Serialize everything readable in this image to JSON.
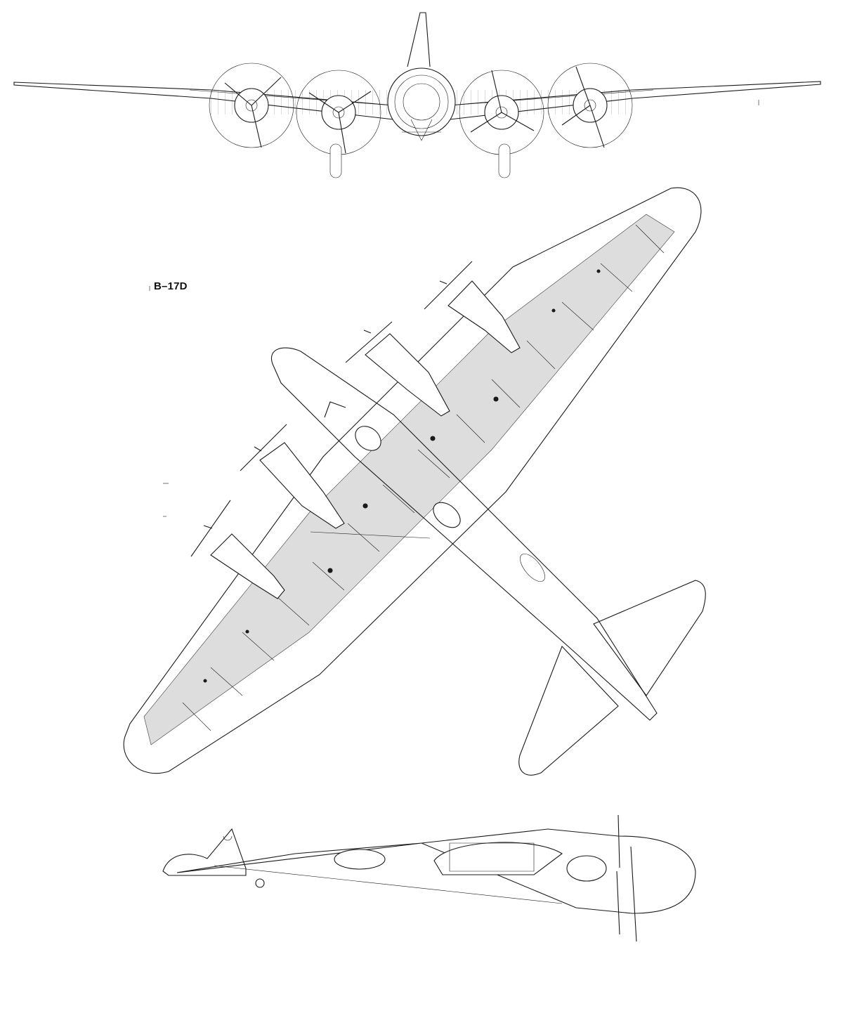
{
  "drawing": {
    "designation": "B–17D",
    "views": [
      "front-view",
      "top-view",
      "side-view"
    ]
  },
  "colors": {
    "ink": "#1a1a1a",
    "background": "#ffffff",
    "panel_shade": "#d8d8d8"
  }
}
